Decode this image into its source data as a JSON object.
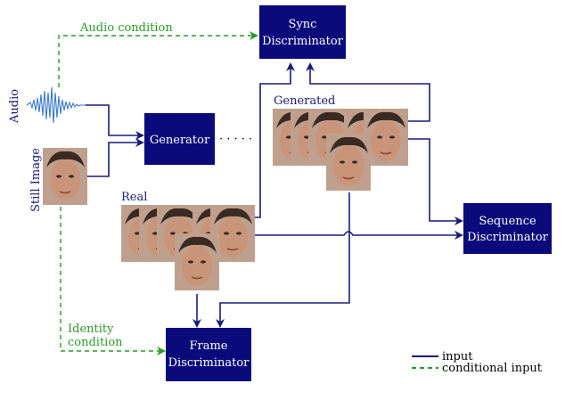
{
  "colors": {
    "box_fill": "#0a0a7a",
    "input_line": "#1a1a7a",
    "conditional_line": "#2a9a2a",
    "face_tone": "#c9957a",
    "hair": "#3a2a22",
    "waveform": "#3a7ac8"
  },
  "boxes": {
    "sync": {
      "line1": "Sync",
      "line2": "Discriminator"
    },
    "generator": {
      "label": "Generator"
    },
    "sequence": {
      "line1": "Sequence",
      "line2": "Discriminator"
    },
    "frame": {
      "line1": "Frame",
      "line2": "Discriminator"
    }
  },
  "labels": {
    "audio": "Audio",
    "still_image": "Still Image",
    "audio_condition": "Audio condition",
    "generated": "Generated",
    "real": "Real",
    "identity_line1": "Identity",
    "identity_line2": "condition",
    "gen_dots": "· · · · ·"
  },
  "legend": {
    "input": "input",
    "conditional": "conditional input"
  }
}
